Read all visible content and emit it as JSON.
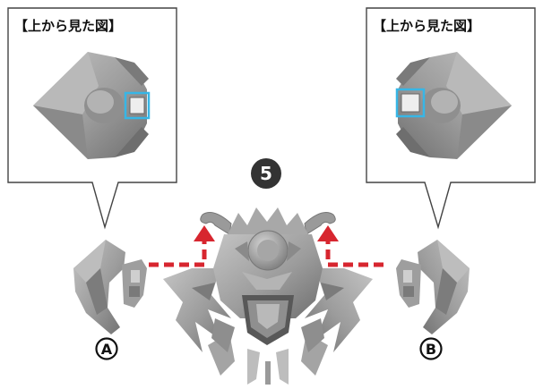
{
  "step": {
    "number": "5"
  },
  "callouts": [
    {
      "caption": "【上から見た図】",
      "side": "left"
    },
    {
      "caption": "【上から見た図】",
      "side": "right"
    }
  ],
  "parts": [
    {
      "label": "A",
      "side": "left"
    },
    {
      "label": "B",
      "side": "right"
    }
  ],
  "colors": {
    "part": "#9a9a9a",
    "part_light": "#bdbdbd",
    "part_dark": "#5e5e5e",
    "highlight": "#37b6e6",
    "arrow": "#d7262f",
    "badge": "#333333",
    "outline": "#444444"
  }
}
